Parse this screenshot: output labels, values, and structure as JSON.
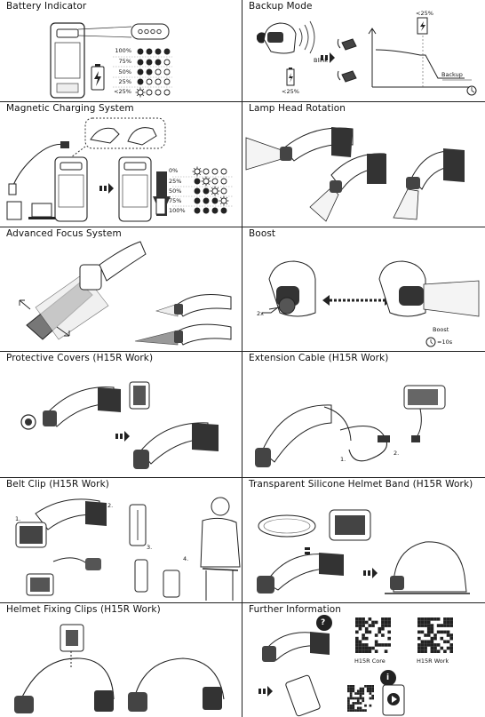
{
  "sections": [
    {
      "title": "Battery Indicator"
    },
    {
      "title": "Backup Mode"
    },
    {
      "title": "Magnetic Charging System"
    },
    {
      "title": "Lamp Head Rotation"
    },
    {
      "title": "Advanced Focus System"
    },
    {
      "title": "Boost"
    },
    {
      "title": "Protective Covers (H15R Work)"
    },
    {
      "title": "Extension Cable (H15R Work)"
    },
    {
      "title": "Belt Clip (H15R Work)"
    },
    {
      "title": "Transparent Silicone Helmet Band (H15R Work)"
    },
    {
      "title": "Helmet Fixing Clips (H15R Work)"
    },
    {
      "title": "Further Information"
    }
  ],
  "battery_indicator": {
    "levels": [
      "100%",
      "75%",
      "50%",
      "25%",
      "<25%"
    ]
  },
  "backup_mode": {
    "threshold": "<25%",
    "blink_label": "Blink",
    "battery_label": "<25%",
    "backup_label": "Backup"
  },
  "magnetic_charging": {
    "levels": [
      "0%",
      "25%",
      "50%",
      "75%",
      "100%"
    ]
  },
  "boost": {
    "press_label": "2x",
    "boost_label": "Boost",
    "duration_label": "=10s"
  },
  "extension_cable": {
    "step1": "1.",
    "step2": "2."
  },
  "belt_clip": {
    "step1": "1.",
    "step2": "2.",
    "step3": "3.",
    "step4": "4."
  },
  "further_information": {
    "qr1_label": "H15R Core",
    "qr2_label": "H15R Work",
    "question_mark": "?",
    "info_mark": "i"
  }
}
